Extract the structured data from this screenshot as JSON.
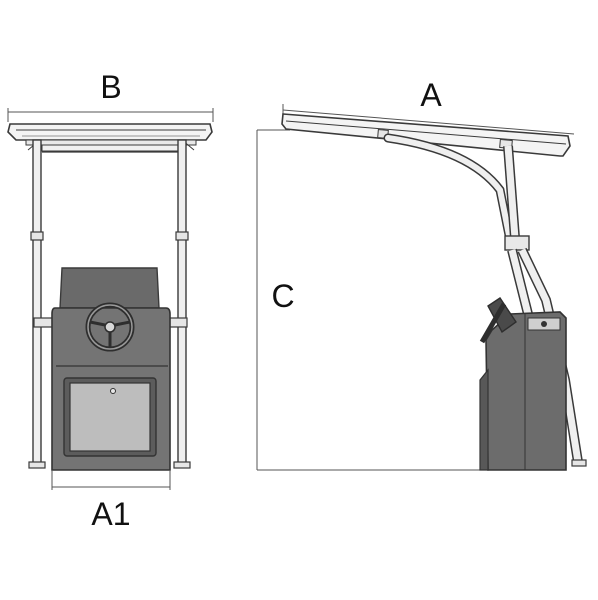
{
  "labels": {
    "width_top": "B",
    "width_base": "A1",
    "length_top": "A",
    "height": "C"
  },
  "colors": {
    "line": "#3a3a3a",
    "console_fill": "#6e6e6e",
    "console_dark": "#555555",
    "canopy_fill": "#f4f4f4",
    "tube_fill": "#efefef",
    "dimension_line": "#555555"
  },
  "icons": {
    "steering": "steering-wheel-icon",
    "hatch": "storage-hatch-icon"
  }
}
